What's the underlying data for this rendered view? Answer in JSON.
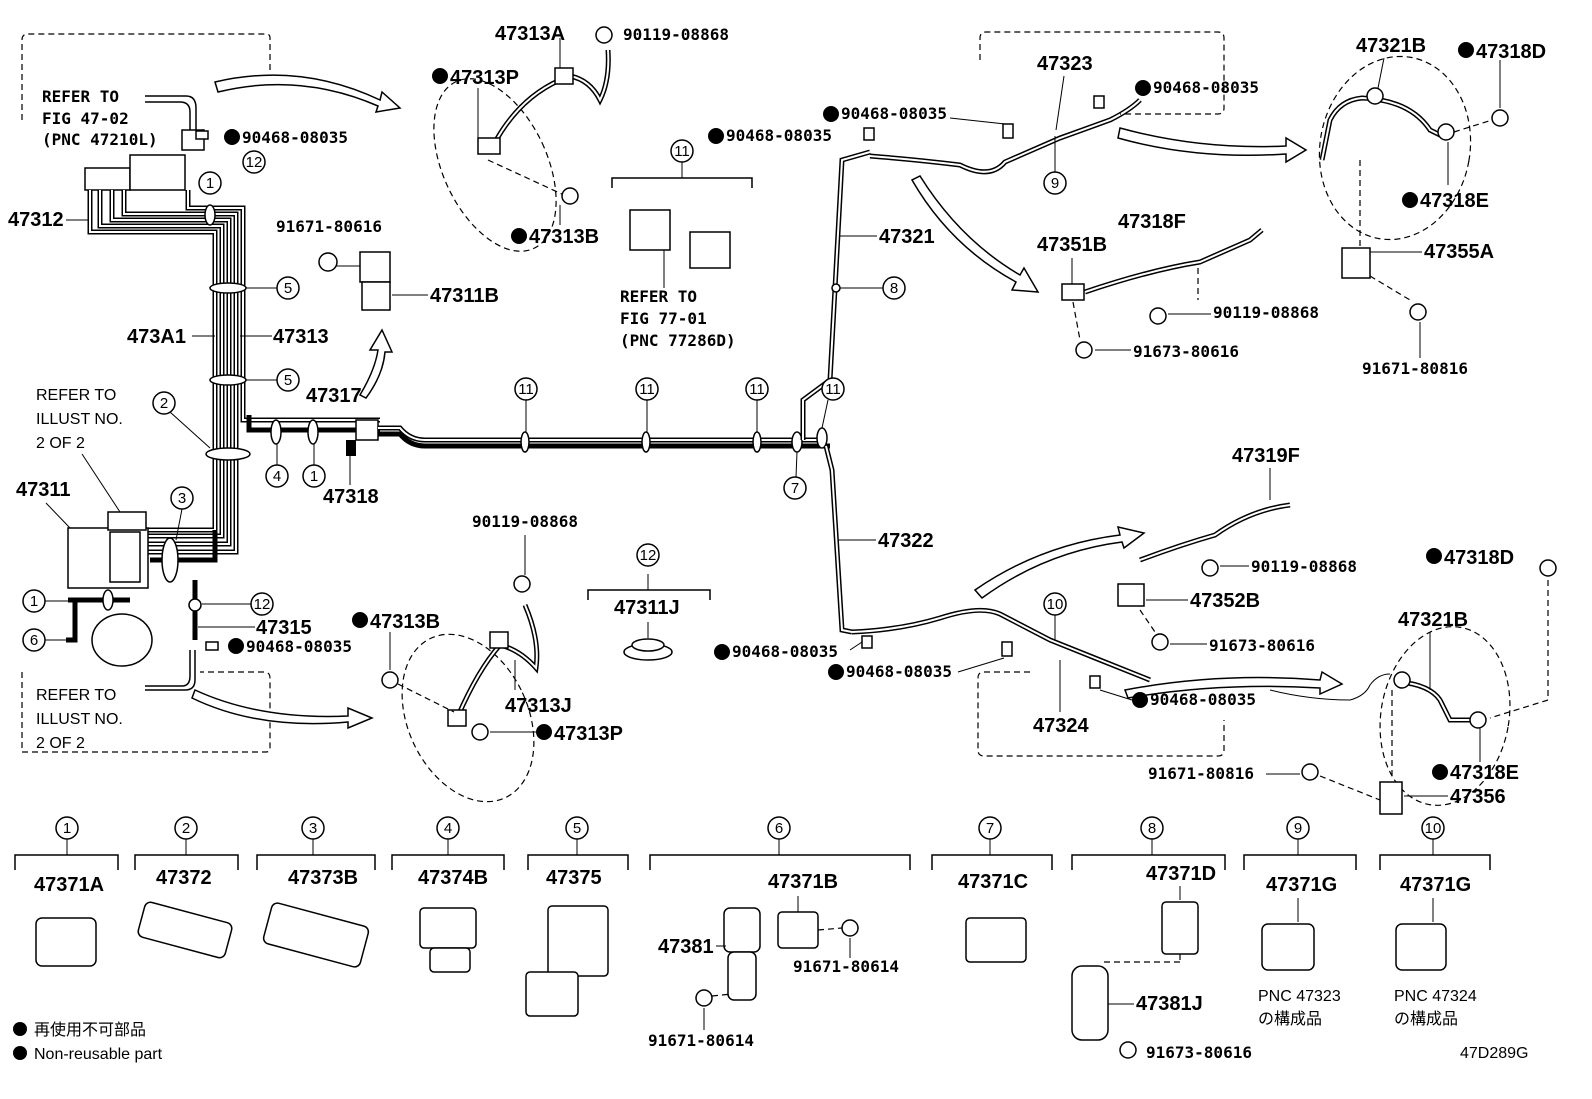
{
  "diagram_id": "47D289G",
  "legend": {
    "jp": "再使用不可部品",
    "en": "Non-reusable part"
  },
  "refers": {
    "fig_47_02": [
      "REFER TO",
      "FIG 47-02",
      "(PNC 47210L)"
    ],
    "fig_77_01": [
      "REFER TO",
      "FIG 77-01",
      "(PNC 77286D)"
    ],
    "illust_top": [
      "REFER TO",
      "ILLUST NO.",
      "2 OF 2"
    ],
    "illust_bottom": [
      "REFER TO",
      "ILLUST NO.",
      "2 OF 2"
    ]
  },
  "labels": {
    "p47313A": "47313A",
    "p90119_08868_a": "90119-08868",
    "p47313P_a": "47313P",
    "p90468_a": "90468-08035",
    "p47312": "47312",
    "p47313B_a": "47313B",
    "p91671_80616": "91671-80616",
    "p47311B": "47311B",
    "p473A1": "473A1",
    "p47313": "47313",
    "p47317": "47317",
    "p47318": "47318",
    "p47311": "47311",
    "p47315": "47315",
    "p90468_b": "90468-08035",
    "p90119_08868_b": "90119-08868",
    "p47313B_b": "47313B",
    "p47313J": "47313J",
    "p47313P_b": "47313P",
    "p47311J": "47311J",
    "p47323": "47323",
    "p90468_c": "90468-08035",
    "p90468_d": "90468-08035",
    "p90468_e": "90468-08035",
    "p47321": "47321",
    "p47351B": "47351B",
    "p47318F": "47318F",
    "p90119_08868_c": "90119-08868",
    "p91673_80616_a": "91673-80616",
    "p47321B_a": "47321B",
    "p47318D_a": "47318D",
    "p47318E_a": "47318E",
    "p47355A": "47355A",
    "p91671_80816_a": "91671-80816",
    "p47322": "47322",
    "p47319F": "47319F",
    "p90119_08868_d": "90119-08868",
    "p47352B": "47352B",
    "p91673_80616_b": "91673-80616",
    "p90468_f": "90468-08035",
    "p90468_g": "90468-08035",
    "p47324": "47324",
    "p90468_h": "90468-08035",
    "p47318D_b": "47318D",
    "p47321B_b": "47321B",
    "p47318E_b": "47318E",
    "p91671_80816_b": "91671-80816",
    "p47356": "47356"
  },
  "clamps": [
    {
      "num": "1",
      "part": "47371A"
    },
    {
      "num": "2",
      "part": "47372"
    },
    {
      "num": "3",
      "part": "47373B"
    },
    {
      "num": "4",
      "part": "47374B"
    },
    {
      "num": "5",
      "part": "47375"
    },
    {
      "num": "6",
      "part": "47371B"
    },
    {
      "num": "7",
      "part": "47371C"
    },
    {
      "num": "8",
      "part": "47371D"
    },
    {
      "num": "9",
      "part": "47371G"
    },
    {
      "num": "10",
      "part": "47371G"
    }
  ],
  "clamp_extras": {
    "p47381": "47381",
    "p91671_80614_a": "91671-80614",
    "p91671_80614_b": "91671-80614",
    "p47381J": "47381J",
    "p91673_80616_c": "91673-80616",
    "pnc9_line1": "PNC 47323",
    "pnc9_line2": "の構成品",
    "pnc10_line1": "PNC 47324",
    "pnc10_line2": "の構成品"
  },
  "callouts": [
    "1",
    "2",
    "3",
    "4",
    "5",
    "6",
    "7",
    "8",
    "9",
    "10",
    "11",
    "12"
  ]
}
